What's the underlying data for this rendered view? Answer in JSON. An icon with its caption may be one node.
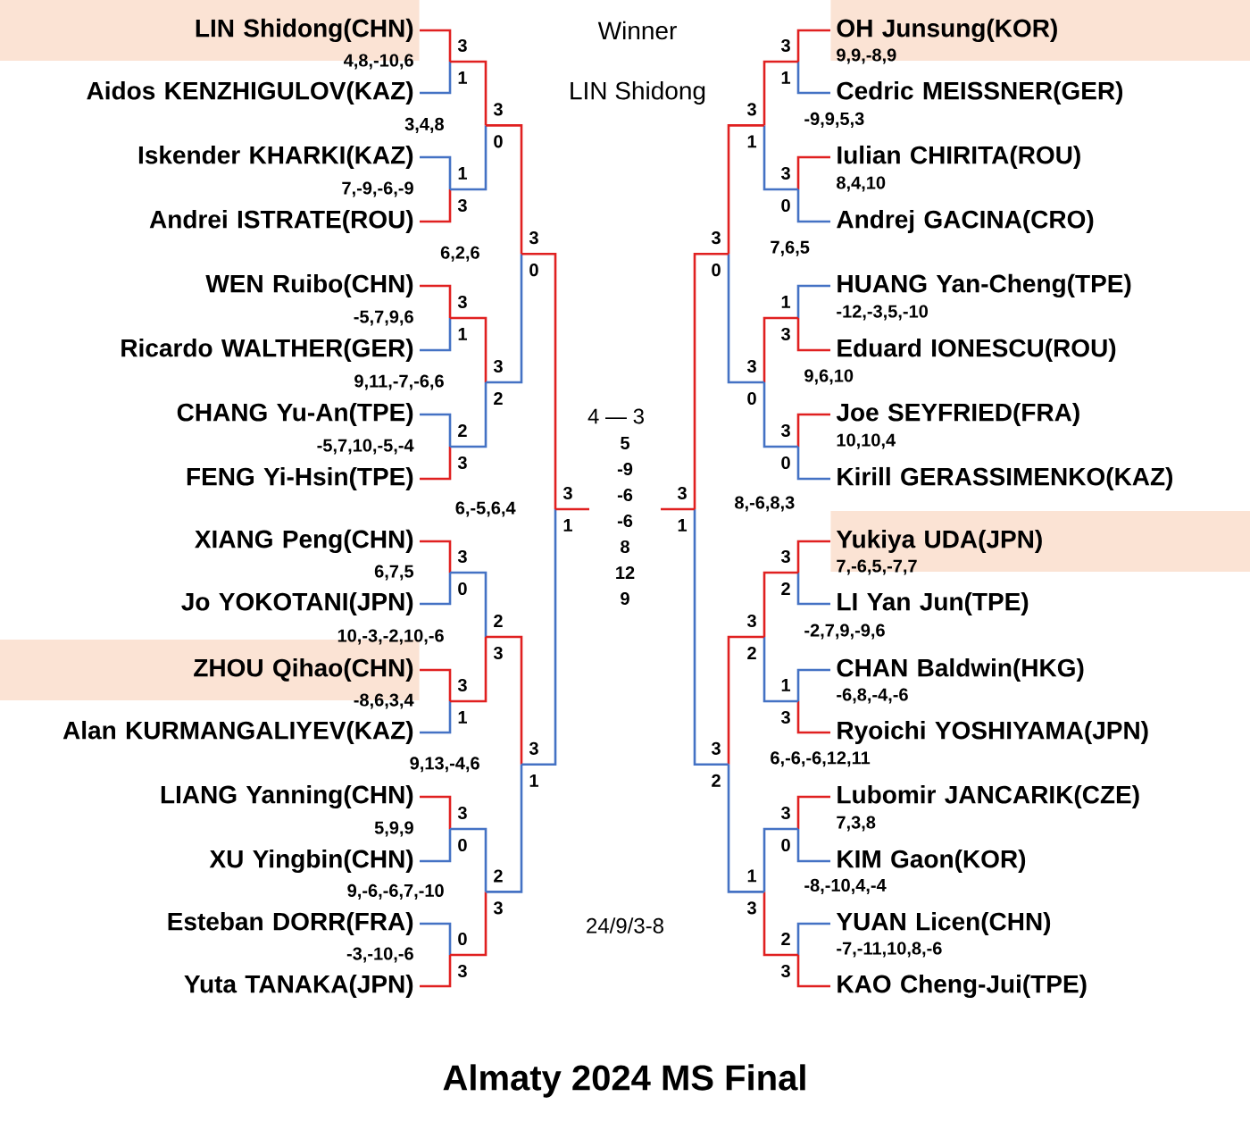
{
  "diagram": {
    "title": "Almaty 2024 MS Final",
    "nodes": [
      {
        "text": [
          "LIN Shidong(CHN)"
        ]
      },
      {
        "text": [
          "Aidos KENZHIGULOV(KAZ)"
        ]
      },
      {
        "text": [
          "Iskender KHARKI(KAZ)"
        ]
      },
      {
        "text": [
          "Andrei ISTRATE(ROU)"
        ]
      },
      {
        "text": [
          "WEN Ruibo(CHN)"
        ]
      },
      {
        "text": [
          "Ricardo WALTHER(GER)"
        ]
      },
      {
        "text": [
          "CHANG Yu-An(TPE)"
        ]
      },
      {
        "text": [
          "FENG Yi-Hsin(TPE)"
        ]
      },
      {
        "text": [
          "XIANG Peng(CHN)"
        ]
      },
      {
        "text": [
          "Jo YOKOTANI(JPN)"
        ]
      },
      {
        "text": [
          "ZHOU Qihao(CHN)"
        ]
      },
      {
        "text": [
          "Alan KURMANGALIYEV(KAZ)"
        ]
      },
      {
        "text": [
          "LIANG Yanning(CHN)"
        ]
      },
      {
        "text": [
          "XU Yingbin(CHN)"
        ]
      },
      {
        "text": [
          "Esteban DORR(FRA)"
        ]
      },
      {
        "text": [
          "Yuta TANAKA(JPN)"
        ]
      },
      {
        "text": [
          "OH Junsung(KOR)"
        ]
      },
      {
        "text": [
          "Cedric MEISSNER(GER)"
        ]
      },
      {
        "text": [
          "Iulian CHIRITA(ROU)"
        ]
      },
      {
        "text": [
          "Andrej GACINA(CRO)"
        ]
      },
      {
        "text": [
          "HUANG Yan-Cheng(TPE)"
        ]
      },
      {
        "text": [
          "Eduard IONESCU(ROU)"
        ]
      },
      {
        "text": [
          "Joe SEYFRIED(FRA)"
        ]
      },
      {
        "text": [
          "Kirill GERASSIMENKO(KAZ)"
        ]
      },
      {
        "text": [
          "Yukiya UDA(JPN)"
        ]
      },
      {
        "text": [
          "LI Yan Jun(TPE)"
        ]
      },
      {
        "text": [
          "CHAN Baldwin(HKG)"
        ]
      },
      {
        "text": [
          "Ryoichi YOSHIYAMA(JPN)"
        ]
      },
      {
        "text": [
          "Lubomir JANCARIK(CZE)"
        ]
      },
      {
        "text": [
          "KIM Gaon(KOR)"
        ]
      },
      {
        "text": [
          "YUAN Licen(CHN)"
        ]
      },
      {
        "text": [
          "KAO Cheng-Jui(TPE)"
        ]
      }
    ],
    "labels": [
      "Winner",
      "LIN Shidong",
      "4 — 3",
      "5",
      "-9",
      "-6",
      "-6",
      "8",
      "12",
      "9",
      "24/9/3-8",
      "3",
      "1",
      "4,8,-10,6",
      "1",
      "3",
      "7,-9,-6,-9",
      "3",
      "1",
      "-5,7,9,6",
      "2",
      "3",
      "-5,7,10,-5,-4",
      "3",
      "0",
      "6,7,5",
      "3",
      "1",
      "-8,6,3,4",
      "3",
      "0",
      "5,9,9",
      "0",
      "3",
      "-3,-10,-6",
      "3",
      "0",
      "3,4,8",
      "3",
      "2",
      "9,11,-7,-6,6",
      "2",
      "3",
      "10,-3,-2,10,-6",
      "2",
      "3",
      "9,-6,-6,7,-10",
      "3",
      "0",
      "6,2,6",
      "3",
      "1",
      "9,13,-4,6",
      "3",
      "1",
      "6,-5,6,4",
      "3",
      "1",
      "9,9,-8,9",
      "3",
      "0",
      "8,4,10",
      "1",
      "3",
      "-12,-3,5,-10",
      "3",
      "0",
      "10,10,4",
      "3",
      "2",
      "7,-6,5,-7,7",
      "1",
      "3",
      "-6,8,-4,-6",
      "3",
      "0",
      "7,3,8",
      "2",
      "3",
      "-7,-11,10,8,-6",
      "3",
      "1",
      "-9,9,5,3",
      "3",
      "0",
      "9,6,10",
      "3",
      "2",
      "-2,7,9,-9,6",
      "1",
      "3",
      "-8,-10,4,-4",
      "3",
      "0",
      "7,6,5",
      "3",
      "2",
      "6,-6,-6,12,11",
      "3",
      "1",
      "8,-6,8,3"
    ]
  }
}
